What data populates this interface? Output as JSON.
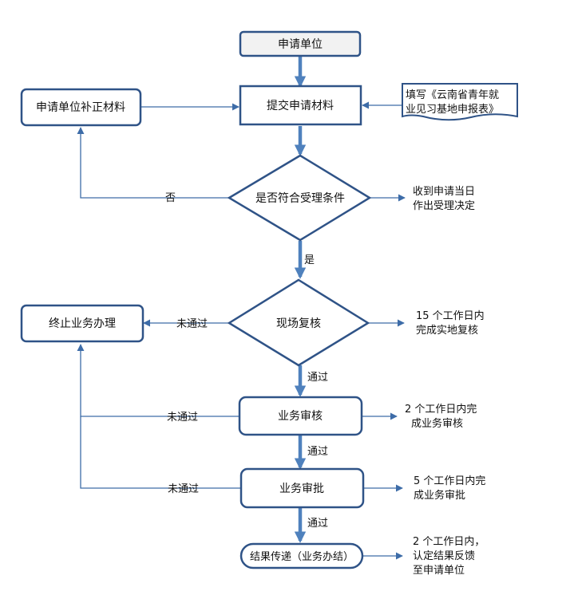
{
  "nodes": {
    "applicant": "申请单位",
    "submit": "提交申请材料",
    "supplement": "申请单位补正材料",
    "form_doc": {
      "line1": "填写《云南省青年就",
      "line2": "业见习基地申报表》"
    },
    "condition": "是否符合受理条件",
    "site_review": "现场复核",
    "terminate": "终止业务办理",
    "business_review": "业务审核",
    "business_approval": "业务审批",
    "result": "结果传递（业务办结）"
  },
  "notes": {
    "acceptance": {
      "line1": "收到申请当日",
      "line2": "作出受理决定"
    },
    "site_review": {
      "line1": "15 个工作日内",
      "line2": "完成实地复核"
    },
    "business_review": {
      "line1": "2 个工作日内完",
      "line2": "成业务审核"
    },
    "business_approval": {
      "line1": "5 个工作日内完",
      "line2": "成业务审批"
    },
    "result": {
      "line1": "2 个工作日内，",
      "line2": "认定结果反馈",
      "line3": "至申请单位"
    }
  },
  "edges": {
    "no": "否",
    "yes": "是",
    "not_passed_site": "未通过",
    "passed_site": "通过",
    "not_passed_review": "未通过",
    "passed_review": "通过",
    "not_passed_approval": "未通过",
    "passed_approval": "通过"
  },
  "colors": {
    "box_border": "#2f5387",
    "main_arrow": "#4f81bd",
    "thin_line": "#3d6ca8",
    "start_fill": "#f2f2f2",
    "text": "#111111"
  }
}
